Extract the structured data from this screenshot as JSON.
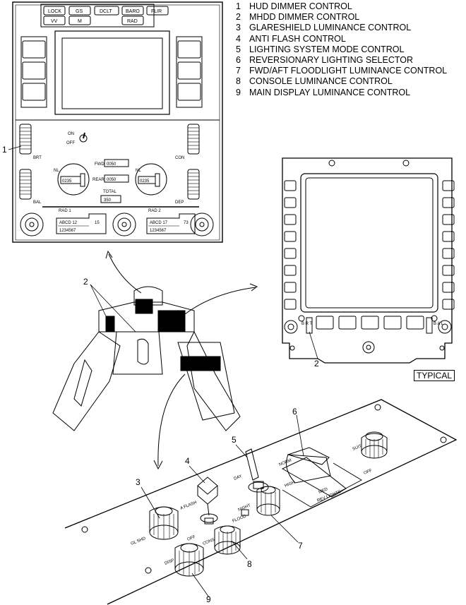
{
  "legend": [
    {
      "num": "1",
      "text": "HUD DIMMER CONTROL"
    },
    {
      "num": "2",
      "text": "MHDD DIMMER CONTROL"
    },
    {
      "num": "3",
      "text": "GLARESHIELD LUMINANCE CONTROL"
    },
    {
      "num": "4",
      "text": "ANTI FLASH CONTROL"
    },
    {
      "num": "5",
      "text": "LIGHTING SYSTEM MODE CONTROL"
    },
    {
      "num": "6",
      "text": "REVERSIONARY LIGHTING SELECTOR"
    },
    {
      "num": "7",
      "text": "FWD/AFT FLOODLIGHT LUMINANCE CONTROL"
    },
    {
      "num": "8",
      "text": "CONSOLE LUMINANCE CONTROL"
    },
    {
      "num": "9",
      "text": "MAIN DISPLAY LUMINANCE CONTROL"
    }
  ],
  "hud_panel": {
    "top_buttons": [
      "LOCK",
      "GS",
      "DCLT",
      "BARO",
      "FLIR"
    ],
    "bottom_buttons": [
      "VV",
      "M",
      "RAD"
    ],
    "on": "ON",
    "off": "OFF",
    "brt": "BRT",
    "con": "CON",
    "bal": "BAL",
    "dep": "DEP",
    "nl": "NL",
    "fwd": "FWD",
    "rear": "REAR",
    "total": "TOTAL",
    "rad1": "RAD 1",
    "rad2": "RAD 2",
    "fwd_digits": "0050",
    "rear_digits": "0050",
    "total_digits": "350",
    "nl_left_digits": "0235",
    "nl_right_digits": "0235",
    "rad1_row1": "ABCD 12",
    "rad1_row2": "1234567",
    "rad1_box": "15",
    "rad2_row1": "ABCD 17",
    "rad2_row2": "1234567",
    "rad2_box": "73"
  },
  "mhdd": {
    "brt": "B R T",
    "bal": "B A L"
  },
  "console": {
    "a_flash": "A FLASH",
    "day": "DAY",
    "night": "NIGHT",
    "flood": "FLOOD",
    "norm": "NORM",
    "high": "HIGH",
    "med": "MED",
    "rev_lights": "REV LIGHTS",
    "gl_shd": "GL SHD",
    "off": "OFF",
    "disp": "DISP",
    "cons": "CONS",
    "suit": "SUIT",
    "suit_off": "OFF"
  },
  "callouts": {
    "c1": "1",
    "c2a": "2",
    "c2b": "2",
    "c3": "3",
    "c4": "4",
    "c5": "5",
    "c6": "6",
    "c7": "7",
    "c8": "8",
    "c9": "9"
  },
  "typical": "TYPICAL"
}
